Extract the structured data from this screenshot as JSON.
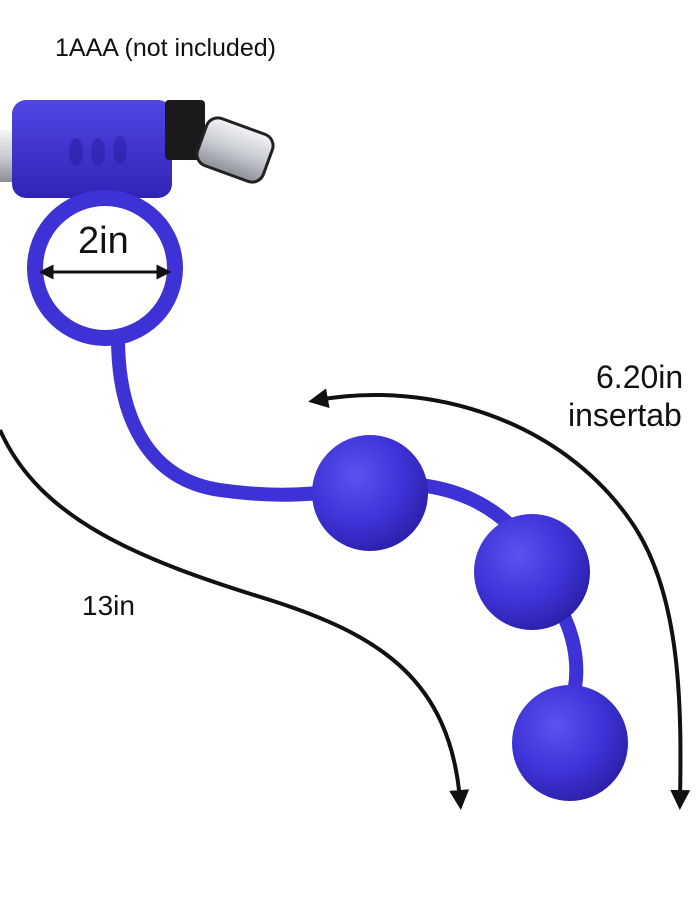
{
  "labels": {
    "battery": "1AAA (not included)",
    "ring_diameter": "2in",
    "total_length": "13in",
    "insertable_length": "6.20in",
    "insertable_caption": "insertab"
  },
  "colors": {
    "product": "#3d32d6",
    "product_shadow": "#2a20a8",
    "arrow": "#111111",
    "metal": "#c9ccd1"
  }
}
